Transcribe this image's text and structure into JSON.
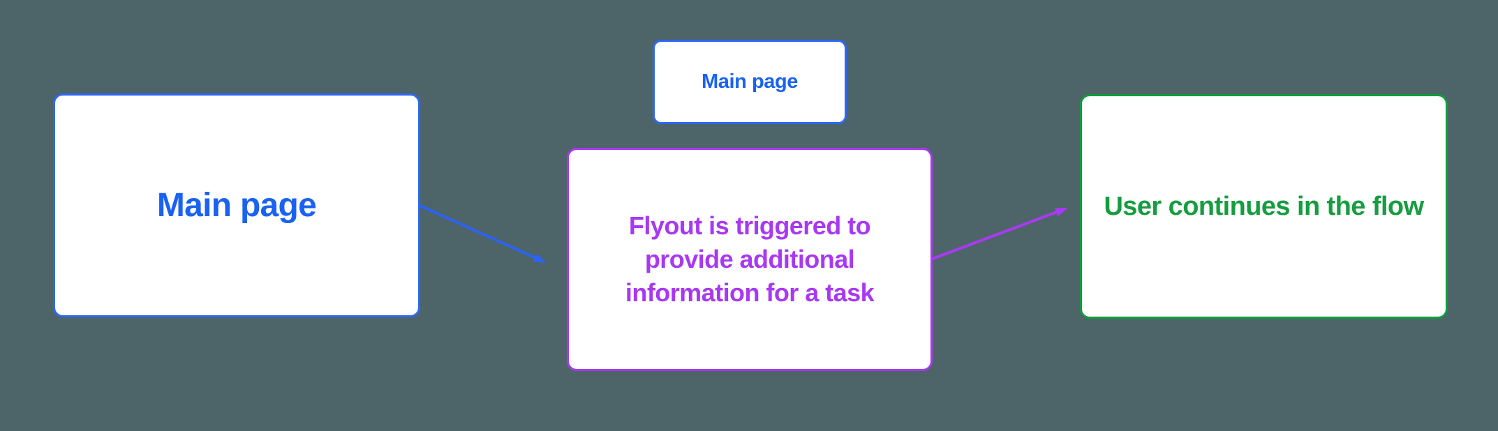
{
  "canvas": {
    "background": "#4d6468"
  },
  "nodes": {
    "main_page": {
      "label": "Main page",
      "text_color": "#1a62f1",
      "border_color": "#2d68f6",
      "fill": "#ffffff"
    },
    "main_page_mini": {
      "label": "Main page",
      "text_color": "#1a62f1",
      "border_color": "#2d68f6",
      "fill": "#ffffff"
    },
    "flyout": {
      "label": "Flyout is triggered to provide additional information for a task",
      "lines": {
        "0": "Flyout is triggered to",
        "1": "provide additional",
        "2": "information for a task"
      },
      "text_color": "#a938f2",
      "border_color": "#a938f2",
      "fill": "#ffffff"
    },
    "user_flow": {
      "label": "User continues in the flow",
      "text_color": "#169d40",
      "border_color": "#119c3b",
      "fill": "#ffffff"
    }
  },
  "arrows": {
    "main_to_flyout": {
      "color": "#2c63f2"
    },
    "flyout_to_user": {
      "color": "#a93af3"
    }
  }
}
